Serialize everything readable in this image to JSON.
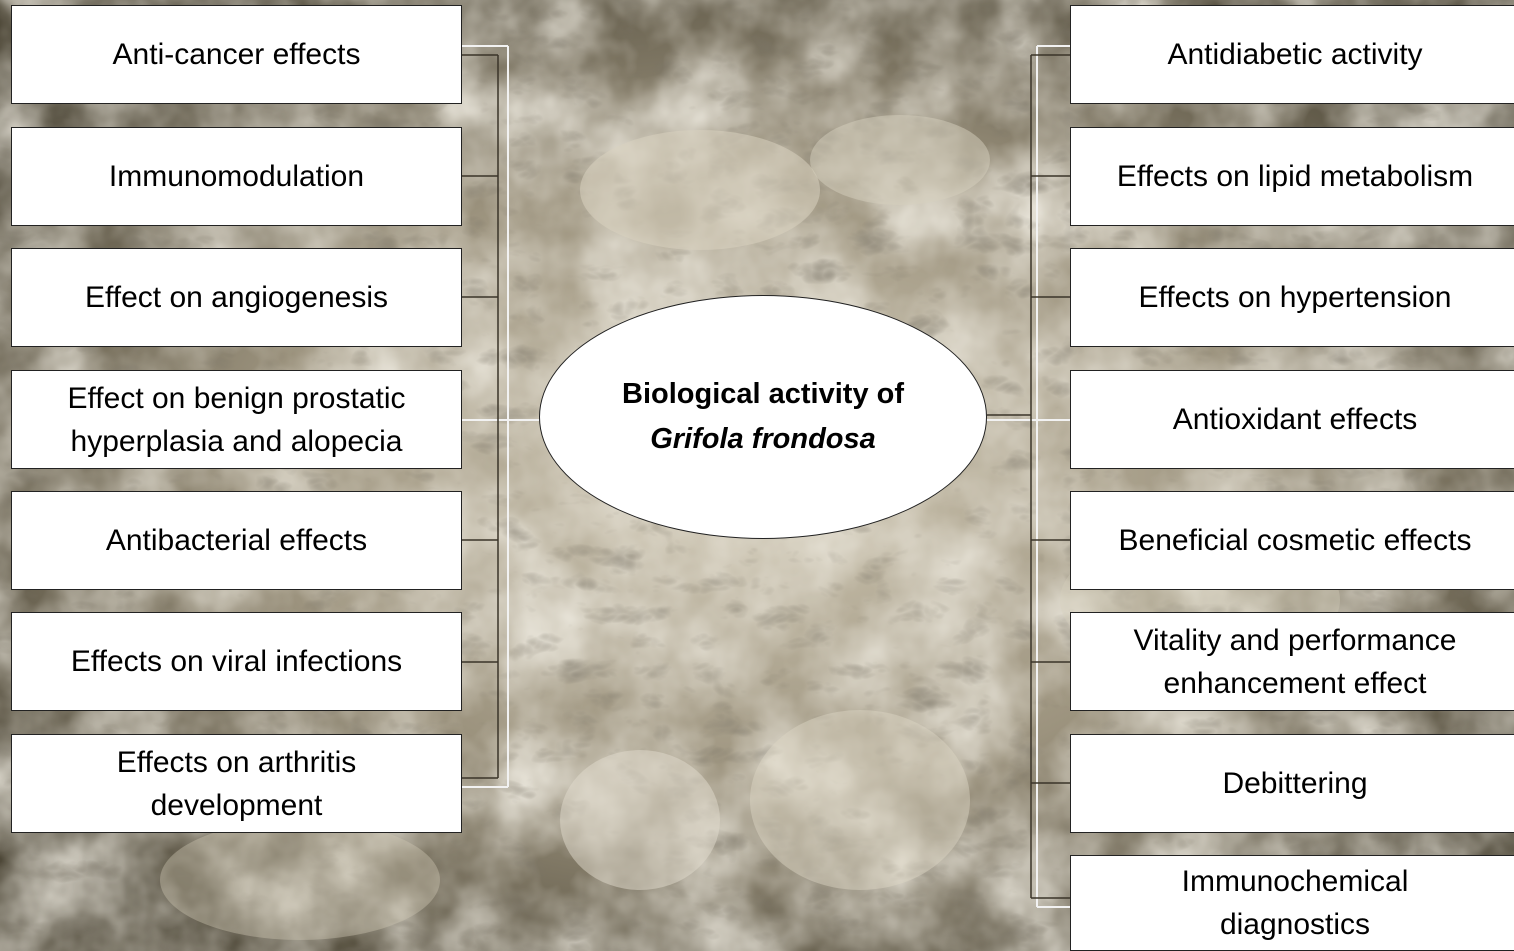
{
  "center": {
    "line1": "Biological activity of",
    "line2": "Grifola frondosa"
  },
  "left_items": [
    {
      "text": "Anti-cancer  effects"
    },
    {
      "text": "Immunomodulation"
    },
    {
      "text": "Effect on angiogenesis"
    },
    {
      "text": "Effect on benign prostatic hyperplasia and alopecia"
    },
    {
      "text": "Antibacterial effects"
    },
    {
      "text": "Effects on viral infections"
    },
    {
      "text": "Effects on arthritis development"
    }
  ],
  "right_items": [
    {
      "text": "Antidiabetic activity"
    },
    {
      "text": "Effects on lipid metabolism"
    },
    {
      "text": "Effects on hypertension"
    },
    {
      "text": "Antioxidant effects"
    },
    {
      "text": "Beneficial cosmetic effects"
    },
    {
      "text": "Vitality and performance enhancement effect"
    },
    {
      "text": "Debittering"
    },
    {
      "text": "Immunochemical diagnostics"
    }
  ],
  "colors": {
    "box_fill": "#ffffff",
    "box_border": "#222222",
    "connector": "#f2f2f2",
    "background": "mushroom photo texture (grey-beige)"
  }
}
